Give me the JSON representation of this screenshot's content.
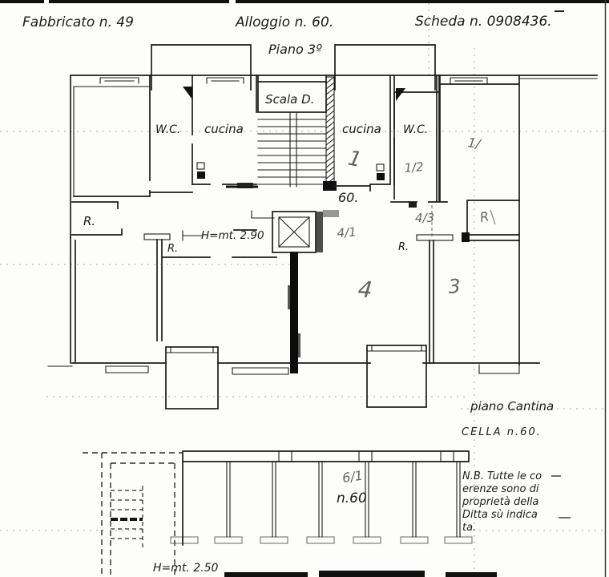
{
  "document": {
    "header": {
      "fabbricato": "Fabbricato n. 49",
      "alloggio": "Alloggio n. 60.",
      "scheda": "Scheda n. 0908436.",
      "piano": "Piano 3º"
    },
    "floor_plan": {
      "stair_label": "Scala D.",
      "wc_left": "W.C.",
      "kitchen_left": "cucina",
      "kitchen_right": "cucina",
      "wc_right": "W.C.",
      "room_r_left": "R.",
      "room_r_mid": "R.",
      "room_r_right": "R.",
      "ceiling_height": "H=mt. 2.90",
      "apartment_number": "60.",
      "pencil_marks": {
        "kitchen_unit": "1",
        "wc_unit": "1/2",
        "room_top_right": "1/",
        "hall_unit": "4/1",
        "mid_unit": "4/3",
        "r_scribble": "R",
        "room_four": "4",
        "room_three": "3"
      }
    },
    "basement": {
      "section_title": "piano Cantina",
      "cell_label": "CELLA n.60.",
      "pencil_mark": "6/1",
      "cell_number": "n.60",
      "ceiling_height": "H=mt. 2.50",
      "note_lines": [
        "N.B. Tutte le co",
        "erenze sono di",
        "proprietà della",
        "Ditta sù indica",
        "ta."
      ]
    }
  }
}
